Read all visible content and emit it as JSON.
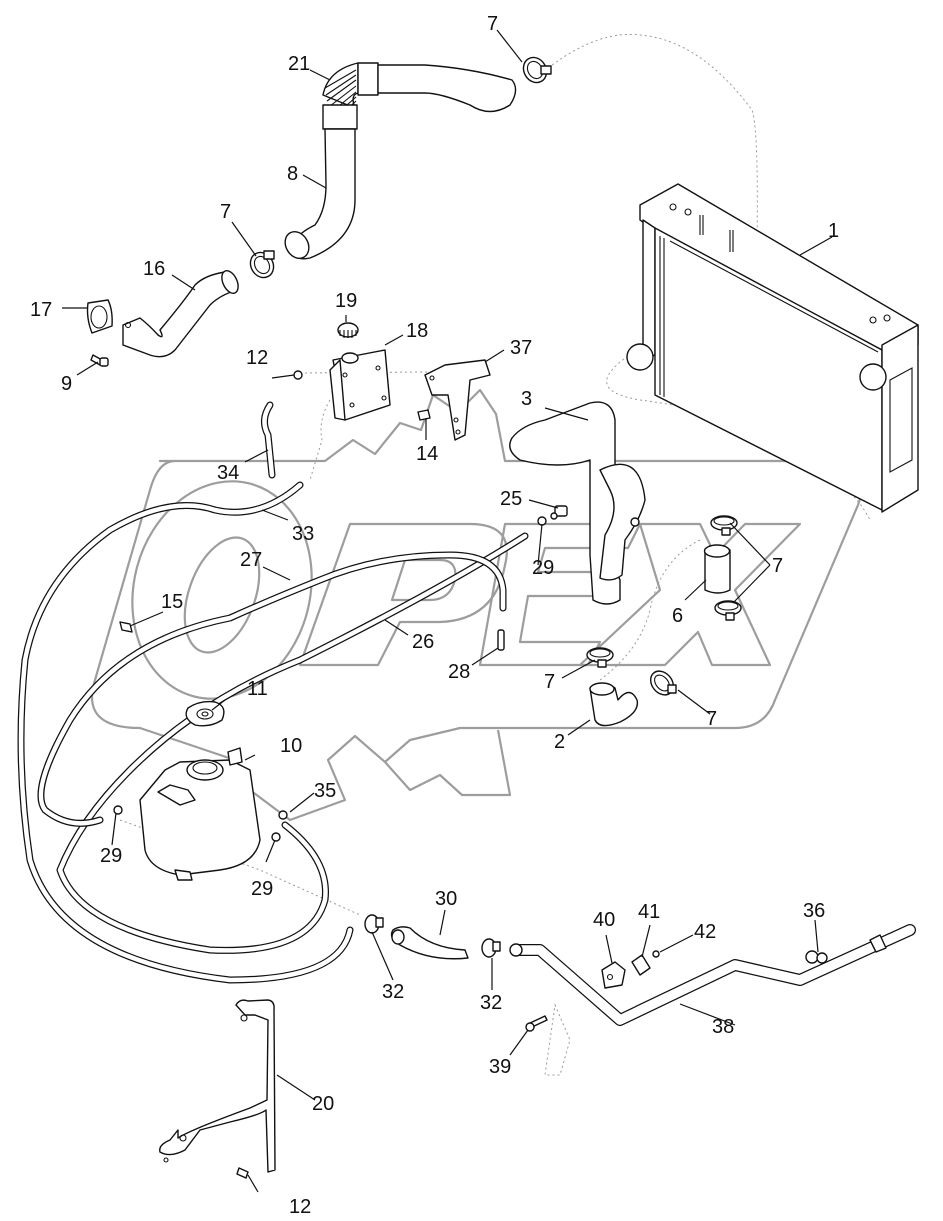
{
  "diagram": {
    "type": "exploded parts diagram",
    "subject": "Radiator and coolant system hoses",
    "watermark_text": "OPEX",
    "callouts": [
      {
        "id": "c1",
        "label": "1",
        "part": "radiator"
      },
      {
        "id": "c2",
        "label": "2",
        "part": "elbow hose"
      },
      {
        "id": "c3",
        "label": "3",
        "part": "radiator lower hose"
      },
      {
        "id": "c6",
        "label": "6",
        "part": "straight hose"
      },
      {
        "id": "c7a",
        "label": "7",
        "part": "hose clamp"
      },
      {
        "id": "c7b",
        "label": "7",
        "part": "hose clamp"
      },
      {
        "id": "c7c",
        "label": "7",
        "part": "hose clamps (pair)"
      },
      {
        "id": "c7d",
        "label": "7",
        "part": "hose clamp"
      },
      {
        "id": "c7e",
        "label": "7",
        "part": "hose clamp"
      },
      {
        "id": "c8",
        "label": "8",
        "part": "upper hose"
      },
      {
        "id": "c9",
        "label": "9",
        "part": "bolt"
      },
      {
        "id": "c10",
        "label": "10",
        "part": "expansion tank"
      },
      {
        "id": "c11",
        "label": "11",
        "part": "pressure cap"
      },
      {
        "id": "c12a",
        "label": "12",
        "part": "bolt"
      },
      {
        "id": "c12b",
        "label": "12",
        "part": "bolt"
      },
      {
        "id": "c14",
        "label": "14",
        "part": "bolt"
      },
      {
        "id": "c15",
        "label": "15",
        "part": "hose clip"
      },
      {
        "id": "c16",
        "label": "16",
        "part": "outlet pipe"
      },
      {
        "id": "c17",
        "label": "17",
        "part": "gasket"
      },
      {
        "id": "c18",
        "label": "18",
        "part": "deaeration tank"
      },
      {
        "id": "c19",
        "label": "19",
        "part": "cap"
      },
      {
        "id": "c20",
        "label": "20",
        "part": "support bracket"
      },
      {
        "id": "c21",
        "label": "21",
        "part": "flexible elbow"
      },
      {
        "id": "c25",
        "label": "25",
        "part": "elbow fitting"
      },
      {
        "id": "c26",
        "label": "26",
        "part": "vent hose"
      },
      {
        "id": "c27",
        "label": "27",
        "part": "vent hose"
      },
      {
        "id": "c28",
        "label": "28",
        "part": "fitting"
      },
      {
        "id": "c29a",
        "label": "29",
        "part": "hose clip"
      },
      {
        "id": "c29b",
        "label": "29",
        "part": "hose clip"
      },
      {
        "id": "c29c",
        "label": "29",
        "part": "hose clip"
      },
      {
        "id": "c30",
        "label": "30",
        "part": "hose"
      },
      {
        "id": "c32a",
        "label": "32",
        "part": "hose clamp"
      },
      {
        "id": "c32b",
        "label": "32",
        "part": "hose clamp"
      },
      {
        "id": "c33",
        "label": "33",
        "part": "overflow hose"
      },
      {
        "id": "c34",
        "label": "34",
        "part": "hose"
      },
      {
        "id": "c35",
        "label": "35",
        "part": "hose clip"
      },
      {
        "id": "c36",
        "label": "36",
        "part": "fitting"
      },
      {
        "id": "c37",
        "label": "37",
        "part": "bracket"
      },
      {
        "id": "c38",
        "label": "38",
        "part": "metal tube"
      },
      {
        "id": "c39",
        "label": "39",
        "part": "bolt"
      },
      {
        "id": "c40",
        "label": "40",
        "part": "clamp block"
      },
      {
        "id": "c41",
        "label": "41",
        "part": "clamp plate"
      },
      {
        "id": "c42",
        "label": "42",
        "part": "nut"
      }
    ]
  }
}
